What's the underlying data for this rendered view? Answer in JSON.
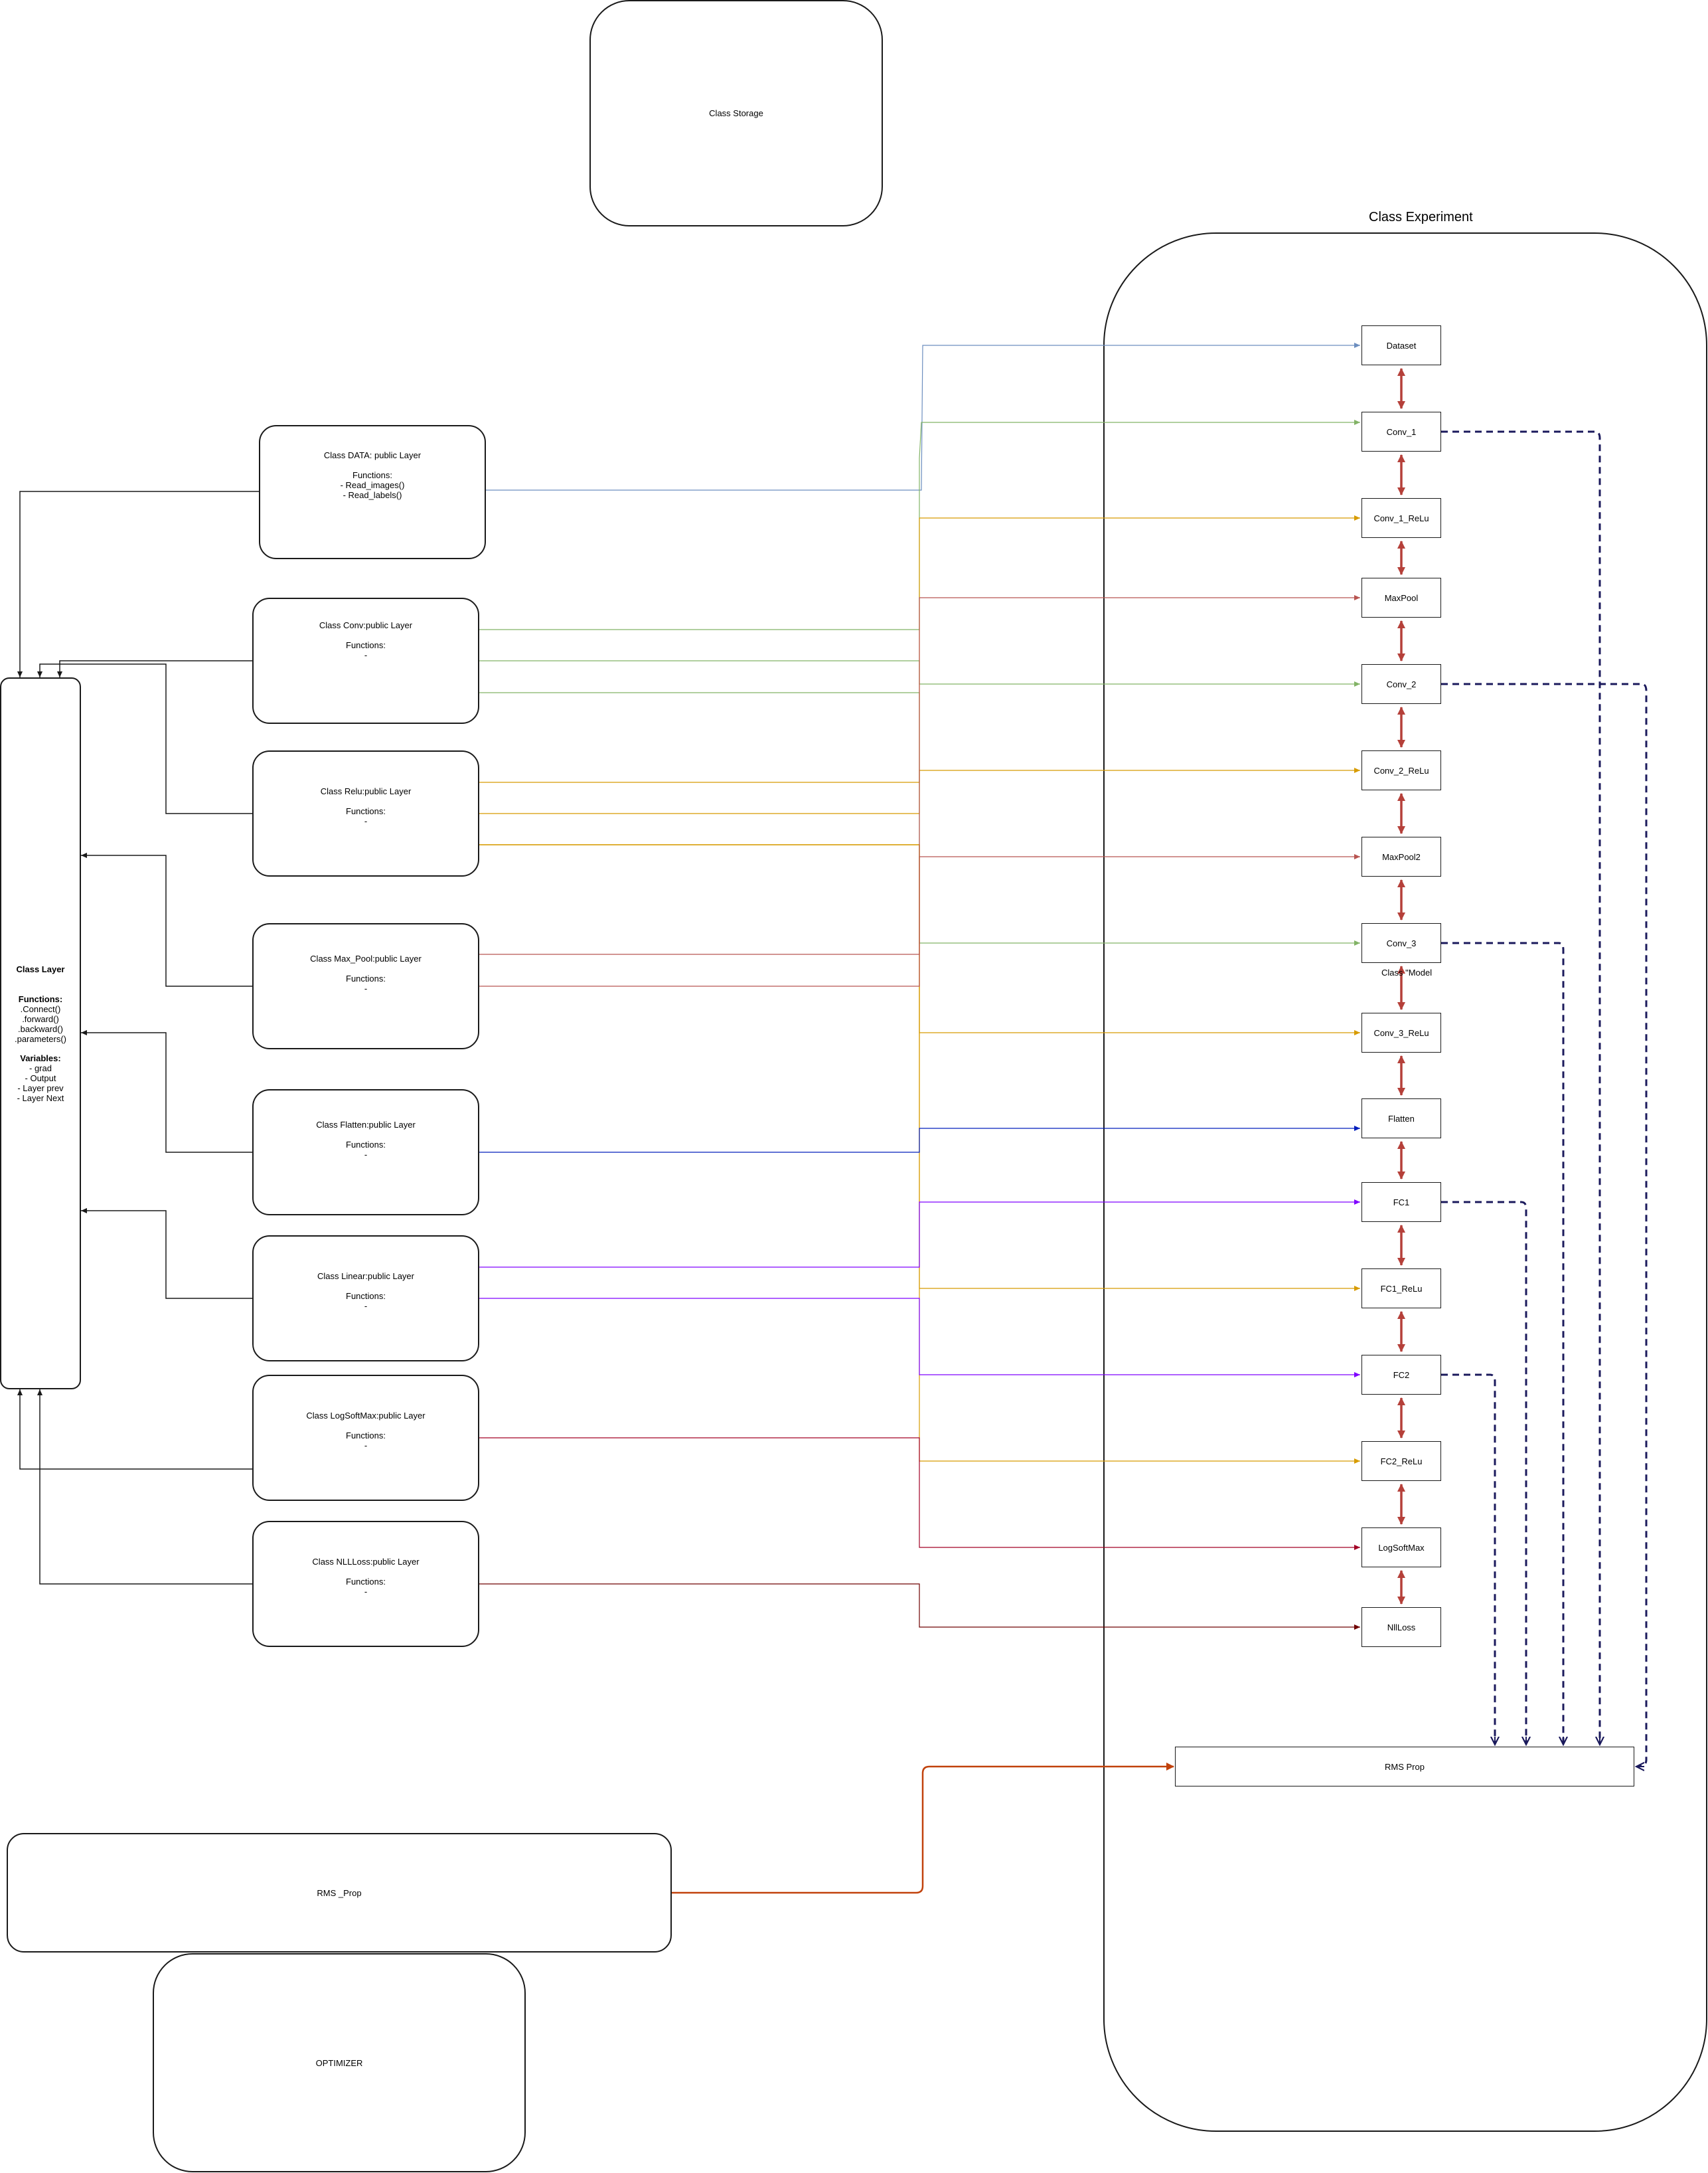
{
  "storage": {
    "label": "Class Storage"
  },
  "experiment": {
    "title": "Class Experiment",
    "model_label": "Class \"Model"
  },
  "layer_class": {
    "title": "Class Layer",
    "functions_label": "Functions:",
    "functions": [
      ".Connect()",
      ".forward()",
      ".backward()",
      ".parameters()"
    ],
    "variables_label": "Variables:",
    "variables": [
      "- grad",
      "- Output",
      "- Layer prev",
      "- Layer Next"
    ]
  },
  "classes": [
    {
      "id": "data",
      "title": "Class DATA: public Layer",
      "functions_label": "Functions:",
      "functions": [
        "- Read_images()",
        "- Read_labels()"
      ]
    },
    {
      "id": "conv",
      "title": "Class Conv:public Layer",
      "functions_label": "Functions:",
      "functions": [
        "-"
      ]
    },
    {
      "id": "relu",
      "title": "Class Relu:public Layer",
      "functions_label": "Functions:",
      "functions": [
        "-"
      ]
    },
    {
      "id": "maxpool",
      "title": "Class Max_Pool:public Layer",
      "functions_label": "Functions:",
      "functions": [
        "-"
      ]
    },
    {
      "id": "flatten",
      "title": "Class Flatten:public Layer",
      "functions_label": "Functions:",
      "functions": [
        "-"
      ]
    },
    {
      "id": "linear",
      "title": "Class Linear:public Layer",
      "functions_label": "Functions:",
      "functions": [
        "-"
      ]
    },
    {
      "id": "logsoftmax",
      "title": "Class LogSoftMax:public Layer",
      "functions_label": "Functions:",
      "functions": [
        "-"
      ]
    },
    {
      "id": "nllloss",
      "title": "Class NLLLoss:public Layer",
      "functions_label": "Functions:",
      "functions": [
        "-"
      ]
    }
  ],
  "pipeline": [
    "Dataset",
    "Conv_1",
    "Conv_1_ReLu",
    "MaxPool",
    "Conv_2",
    "Conv_2_ReLu",
    "MaxPool2",
    "Conv_3",
    "Conv_3_ReLu",
    "Flatten",
    "FC1",
    "FC1_ReLu",
    "FC2",
    "FC2_ReLu",
    "LogSoftMax",
    "NllLoss"
  ],
  "rms_prop": {
    "label": "RMS Prop"
  },
  "rms_prop_class": {
    "label": "RMS _Prop"
  },
  "optimizer": {
    "label": "OPTIMIZER"
  },
  "colors": {
    "border": "#1a1a1a",
    "data_link": "#6c8ebf",
    "conv_link": "#82b366",
    "relu_link": "#d79b00",
    "maxpool_link": "#b85450",
    "flatten_link": "#001dbc",
    "linear_link": "#7f00ff",
    "logsoftmax_link": "#a20025",
    "nllloss_link": "#6f0000",
    "pipeline_arrow": "#b5403a",
    "optimizer_dash": "#1b1a5c",
    "rms_link": "#c1420c"
  }
}
